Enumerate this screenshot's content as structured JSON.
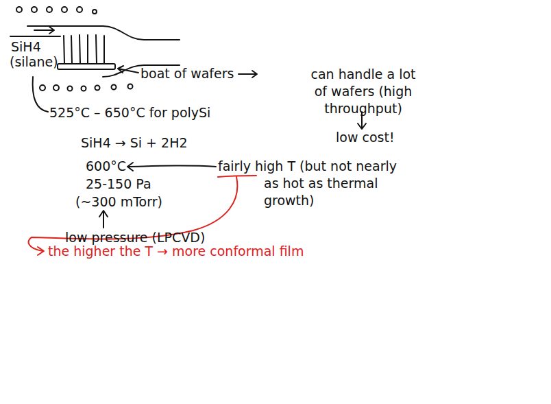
{
  "diagram": {
    "labels": [
      "SiH4",
      "(silane)",
      "boat of wafers",
      "can handle a lot of wafers (high throughput)",
      "low cost!",
      "525°C – 650°C for polySi",
      "SiH4 → Si + 2H2",
      "600°C",
      "fairly high T (but not nearly as hot as thermal growth)",
      "25-150 Pa",
      "(~300 mTorr)",
      "low pressure (LPCVD)",
      "the higher the T → more conformal film"
    ]
  }
}
